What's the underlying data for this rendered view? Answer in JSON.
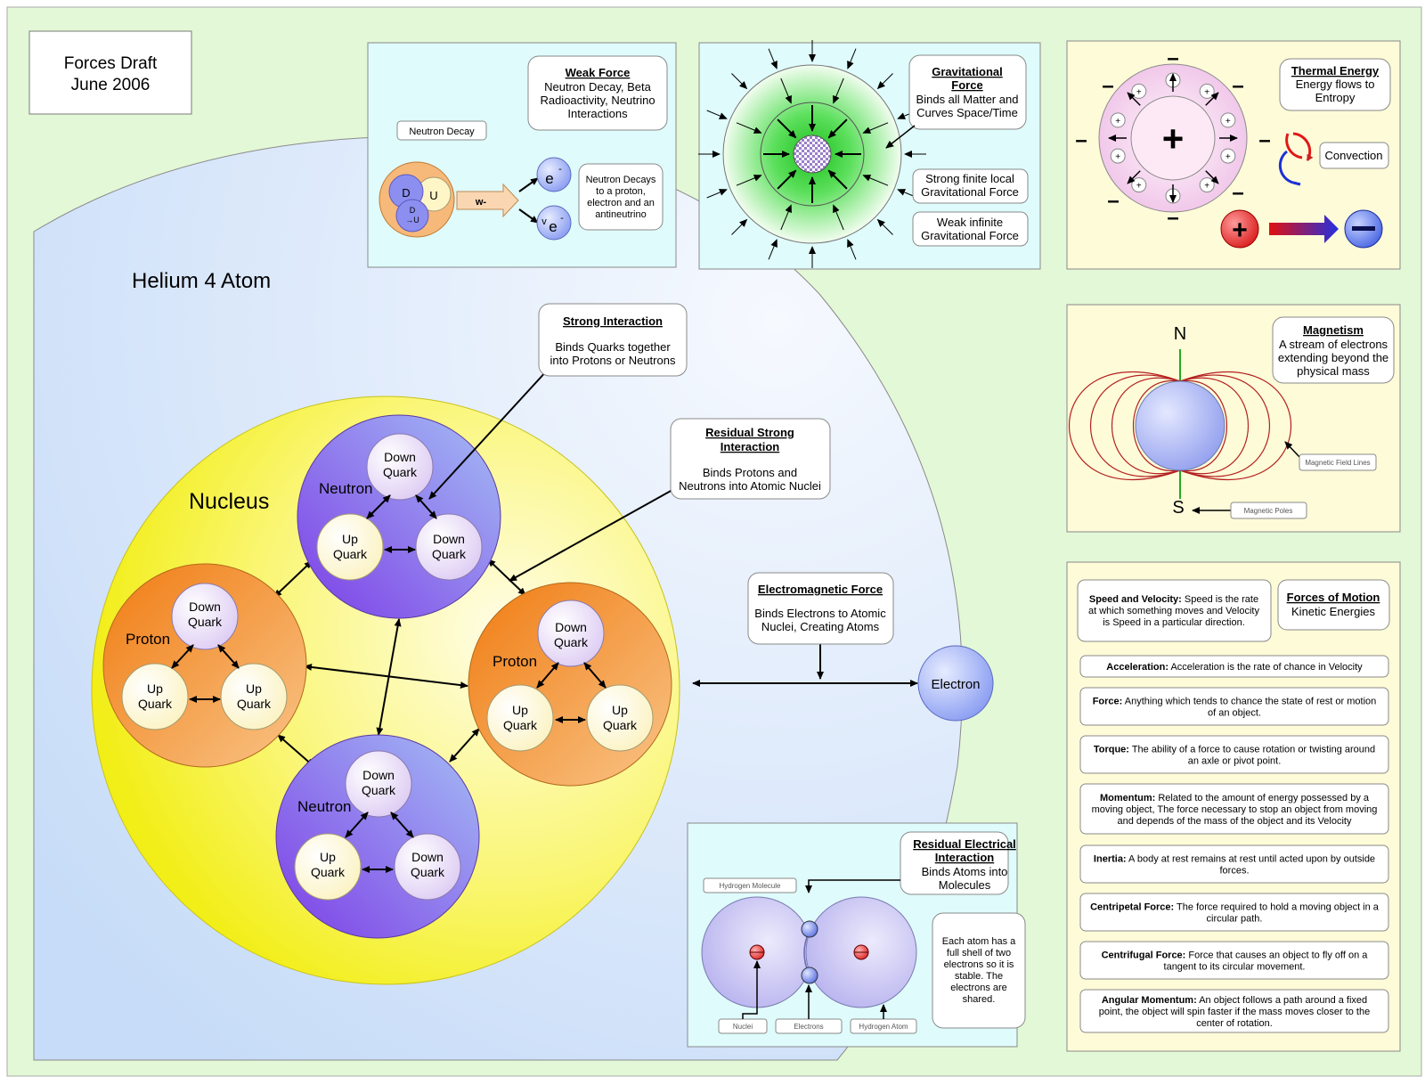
{
  "title": {
    "line1": "Forces Draft",
    "line2": "June 2006"
  },
  "atom": {
    "label": "Helium 4 Atom",
    "nucleus_label": "Nucleus"
  },
  "particles": {
    "neutron": "Neutron",
    "proton": "Proton",
    "up": "Up",
    "down": "Down",
    "quark": "Quark",
    "electron": "Electron"
  },
  "strong": {
    "title": "Strong Interaction",
    "line1": "Binds Quarks together",
    "line2": "into Protons or Neutrons"
  },
  "residual_strong": {
    "title1": "Residual Strong",
    "title2": "Interaction",
    "line1": "Binds Protons and",
    "line2": "Neutrons into Atomic Nuclei"
  },
  "em": {
    "title": "Electromagnetic Force",
    "line1": "Binds Electrons to Atomic",
    "line2": "Nuclei, Creating Atoms"
  },
  "weak": {
    "title": "Weak Force",
    "line1": "Neutron Decay, Beta",
    "line2": "Radioactivity, Neutrino",
    "line3": "Interactions",
    "decay_label": "Neutron Decay",
    "d": "D",
    "u": "U",
    "du": "D",
    "du2": "→U",
    "w": "w-",
    "e": "e",
    "e_sup": "-",
    "ve": "v",
    "ve2": "e",
    "ve_sup": "-",
    "note1": "Neutron Decays",
    "note2": "to a proton,",
    "note3": "electron and an",
    "note4": "antineutrino"
  },
  "gravity": {
    "title1": "Gravitational",
    "title2": "Force",
    "line1": "Binds all Matter and",
    "line2": "Curves Space/Time",
    "strong1": "Strong finite local",
    "strong2": "Gravitational Force",
    "weak1": "Weak infinite",
    "weak2": "Gravitational Force"
  },
  "thermal": {
    "title": "Thermal Energy",
    "line1": "Energy flows to",
    "line2": "Entropy",
    "convection": "Convection",
    "plus": "+",
    "minus": "–",
    "small_plus": "+"
  },
  "magnetism": {
    "title": "Magnetism",
    "line1": "A stream of electrons",
    "line2": "extending beyond the",
    "line3": "physical mass",
    "north": "N",
    "south": "S",
    "field_lines": "Magnetic Field Lines",
    "poles": "Magnetic Poles"
  },
  "motion": {
    "title": "Forces of Motion",
    "subtitle": "Kinetic Energies",
    "speed": {
      "term": "Speed and Velocity:",
      "l1": " Speed is the rate",
      "l2": "at which something moves and Velocity",
      "l3": "is Speed in a particular direction."
    },
    "items": [
      {
        "term": "Acceleration:",
        "l1": "  Acceleration is the rate of chance in Velocity",
        "l2": "",
        "l3": ""
      },
      {
        "term": "Force:",
        "l1": "  Anything which tends to chance the state of rest or motion",
        "l2": "of an object.",
        "l3": ""
      },
      {
        "term": "Torque:",
        "l1": "  The ability of a force to cause rotation or twisting around",
        "l2": "an axle or pivot point.",
        "l3": ""
      },
      {
        "term": "Momentum:",
        "l1": "  Related to the amount of energy possessed by a",
        "l2": "moving object, The force necessary to stop an object from moving",
        "l3": "and depends of the mass of the object and its Velocity"
      },
      {
        "term": "Inertia:",
        "l1": " A body at rest remains at rest until acted upon by outside",
        "l2": "forces.",
        "l3": ""
      },
      {
        "term": "Centripetal Force:",
        "l1": " The force required to hold a moving object in a",
        "l2": "circular path.",
        "l3": ""
      },
      {
        "term": "Centrifugal Force:",
        "l1": "  Force that causes an object to fly off on a",
        "l2": "tangent to its circular movement.",
        "l3": ""
      },
      {
        "term": "Angular Momentum:",
        "l1": "  An object follows a path around a fixed",
        "l2": "point, the object will spin faster if the mass moves closer to the",
        "l3": "center of rotation."
      }
    ]
  },
  "residual_electrical": {
    "title1": "Residual Electrical",
    "title2": "Interaction",
    "line1": "Binds Atoms into",
    "line2": "Molecules",
    "note": [
      "Each atom has a",
      "full shell of two",
      "electrons so it is",
      "stable. The",
      "electrons are",
      "shared."
    ],
    "h_molecule": "Hydrogen Molecule",
    "nuclei": "Nuclei",
    "electrons": "Electrons",
    "h_atom": "Hydrogen Atom"
  },
  "colors": {
    "page_bg": "#e3f8d6",
    "atom_fill": "#dce9fb",
    "nucleus": "#f7f530",
    "neutron": "#8a55e8",
    "proton": "#f39a3a",
    "panel_cyan": "#dffbfb",
    "panel_yellow": "#fefbd8"
  }
}
